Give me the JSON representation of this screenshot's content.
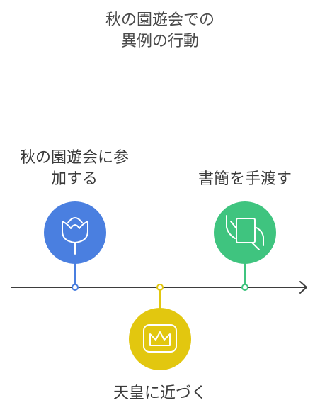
{
  "title": {
    "line1": "秋の園遊会での",
    "line2": "異例の行動"
  },
  "events": [
    {
      "label_lines": [
        "秋の園遊会に参",
        "加する"
      ],
      "icon": "rose-icon",
      "color": "#4a7fe0",
      "position": "above"
    },
    {
      "label_lines": [
        "天皇に近づく"
      ],
      "icon": "crown-icon",
      "color": "#e2c70f",
      "position": "below"
    },
    {
      "label_lines": [
        "書簡を手渡す"
      ],
      "icon": "hand-letter-icon",
      "color": "#3fc47f",
      "position": "above"
    }
  ]
}
